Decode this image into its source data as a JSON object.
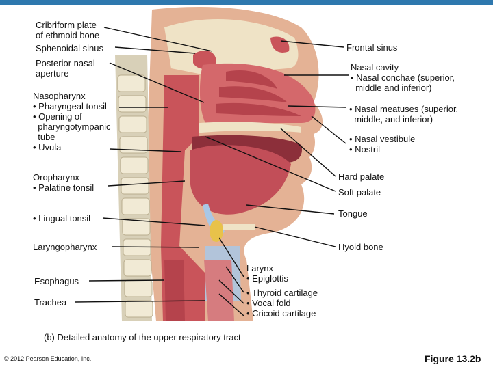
{
  "labels": {
    "cribriform": "Cribriform plate\nof ethmoid bone",
    "sphenoidal": "Sphenoidal sinus",
    "posterior_nasal": "Posterior nasal\naperture",
    "nasopharynx": "Nasopharynx\n• Pharyngeal tonsil\n• Opening of\n  pharyngotympanic\n  tube\n• Uvula",
    "oropharynx": "Oropharynx\n• Palatine tonsil",
    "lingual": "• Lingual tonsil",
    "laryngopharynx": "Laryngopharynx",
    "esophagus": "Esophagus",
    "trachea": "Trachea",
    "frontal": "Frontal sinus",
    "nasal_cavity": "Nasal cavity\n• Nasal conchae (superior,\n  middle and inferior)",
    "meatuses": "• Nasal meatuses (superior,\n  middle, and inferior)",
    "vestibule": "• Nasal vestibule\n• Nostril",
    "hard_palate": "Hard palate",
    "soft_palate": "Soft palate",
    "tongue": "Tongue",
    "hyoid": "Hyoid bone",
    "larynx": "Larynx\n• Epiglottis",
    "larynx_parts": "• Thyroid cartilage\n• Vocal fold\n• Cricoid cartilage"
  },
  "caption": "(b) Detailed anatomy of the upper respiratory tract",
  "copyright": "© 2012 Pearson Education, Inc.",
  "figure": "Figure 13.2b",
  "colors": {
    "header_bar": "#2e78ae",
    "tissue": "#c9545a",
    "bone": "#efe3c6",
    "skin": "#e4b295",
    "cartilage": "#a9c7e6",
    "tonsil": "#e8c24a"
  }
}
